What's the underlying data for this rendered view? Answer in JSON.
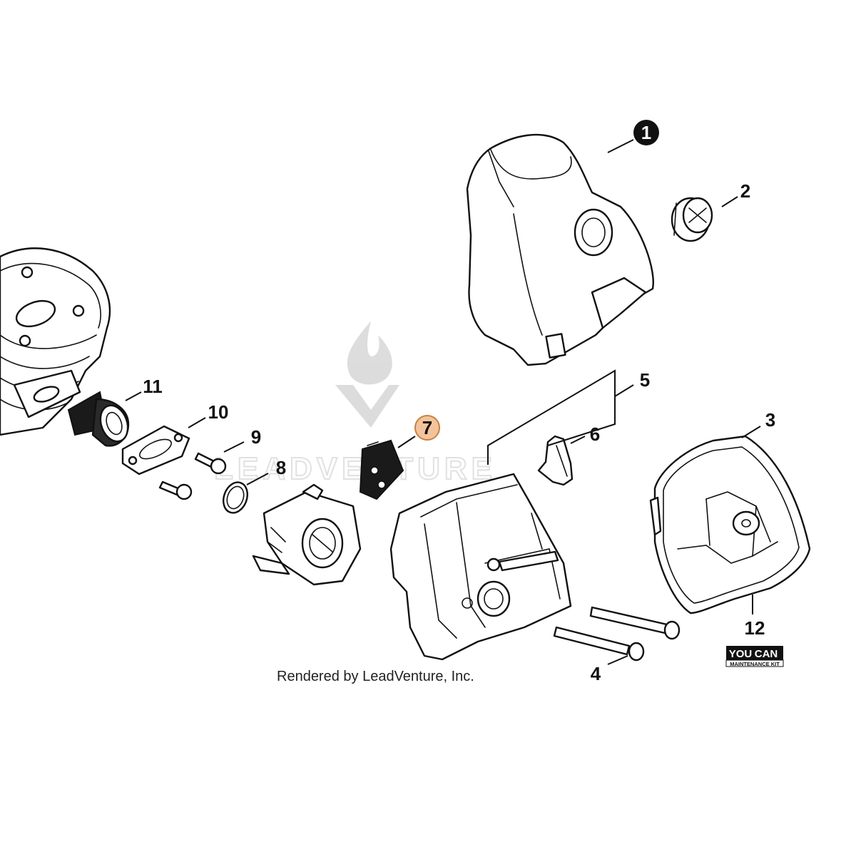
{
  "diagram": {
    "credit": "Rendered by LeadVenture, Inc.",
    "watermark": "LEADVENTURE",
    "kit_logo": {
      "line1": "YOU",
      "line2": "CAN",
      "line3": "MAINTENANCE KIT"
    },
    "callouts": [
      {
        "id": "1",
        "label": "1",
        "style": "filled-black"
      },
      {
        "id": "2",
        "label": "2",
        "style": "plain"
      },
      {
        "id": "3",
        "label": "3",
        "style": "plain"
      },
      {
        "id": "4",
        "label": "4",
        "style": "plain"
      },
      {
        "id": "5",
        "label": "5",
        "style": "plain"
      },
      {
        "id": "6",
        "label": "6",
        "style": "plain"
      },
      {
        "id": "7",
        "label": "7",
        "style": "highlighted"
      },
      {
        "id": "8",
        "label": "8",
        "style": "plain"
      },
      {
        "id": "9",
        "label": "9",
        "style": "plain"
      },
      {
        "id": "10",
        "label": "10",
        "style": "plain"
      },
      {
        "id": "11",
        "label": "11",
        "style": "plain"
      },
      {
        "id": "12",
        "label": "12",
        "style": "plain"
      }
    ],
    "colors": {
      "highlight_fill": "#f3c49b",
      "highlight_stroke": "#c8803f",
      "ink": "#111111"
    }
  }
}
